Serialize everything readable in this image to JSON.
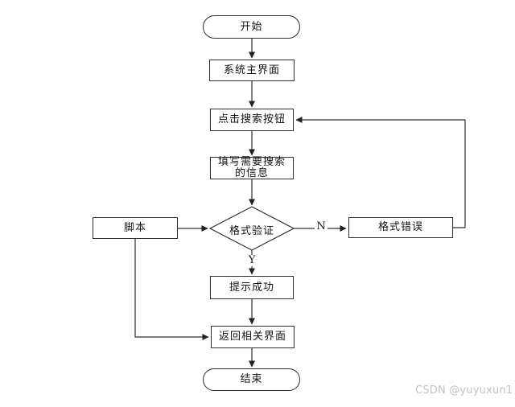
{
  "diagram": {
    "type": "flowchart",
    "nodes": {
      "start": "开始",
      "main_ui": "系统主界面",
      "click_search": "点击搜索按钮",
      "fill_info": "填写需要搜索\n的信息",
      "script": "脚本",
      "validate": "格式验证",
      "format_error": "格式错误",
      "success": "提示成功",
      "return_ui": "返回相关界面",
      "end": "结束"
    },
    "edge_labels": {
      "yes": "Y",
      "no": "N"
    },
    "edges": [
      "开始 -> 系统主界面",
      "系统主界面 -> 点击搜索按钮",
      "点击搜索按钮 -> 填写需要搜索的信息",
      "填写需要搜索的信息 -> 格式验证",
      "脚本 -> 格式验证",
      "格式验证 -N-> 格式错误",
      "格式错误 -> 点击搜索按钮",
      "格式验证 -Y-> 提示成功",
      "提示成功 -> 返回相关界面",
      "脚本 -> 返回相关界面",
      "返回相关界面 -> 结束"
    ],
    "colors": {
      "line": "#2e2e2e",
      "node_fill": "#ffffff",
      "text": "#141414",
      "watermark": "#bfc2c6"
    }
  },
  "watermark": "CSDN @yuyuxun1"
}
